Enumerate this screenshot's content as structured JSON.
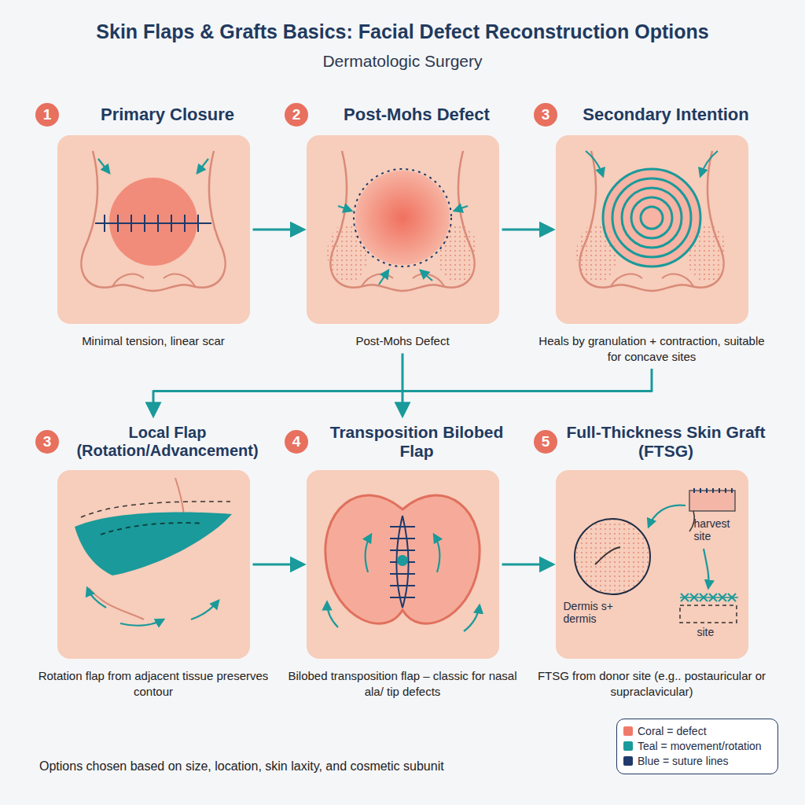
{
  "diagram": {
    "title": "Skin Flaps & Grafts Basics: Facial Defect Reconstruction Options",
    "caption": "Options chosen based on size, location, skin laxity, and cosmetic subunit",
    "nodes": [
      {
        "text": [
          "1",
          "Primary Closure",
          "Minimal tension, linear scar"
        ]
      },
      {
        "text": [
          "2",
          "Post-Mohs Defect",
          "Post-Mohs Defect"
        ]
      },
      {
        "text": [
          "3",
          "Secondary Intention",
          "Heals by granulation + contraction, suitable for concave sites"
        ]
      },
      {
        "text": [
          "3",
          "Local Flap (Rotation/Advancement)",
          "Rotation flap from adjacent tissue preserves contour"
        ]
      },
      {
        "text": [
          "4",
          "Transposition Bilobed Flap",
          "Bilobed transposition flap – classic for nasal ala/ tip defects"
        ]
      },
      {
        "text": [
          "5",
          "Full-Thickness Skin Graft (FTSG)",
          "FTSG from donor site (e.g.. postauricular or supraclavicular)"
        ]
      }
    ],
    "edges": [
      {
        "from": 0,
        "to": 1,
        "arrow": "to"
      },
      {
        "from": 1,
        "to": 2,
        "arrow": "to"
      },
      {
        "from": 2,
        "to": 3,
        "arrow": "to"
      },
      {
        "from": 1,
        "to": 4,
        "arrow": "to"
      },
      {
        "from": 3,
        "to": 4,
        "arrow": "to"
      },
      {
        "from": 4,
        "to": 5,
        "arrow": "to"
      }
    ],
    "labels": [
      "Dermatologic Surgery",
      "harvest site",
      "Dermis s+ dermis",
      "site"
    ],
    "legend": [
      {
        "text": "Coral = defect",
        "color": "#f07a6a"
      },
      {
        "text": "Teal = movement/rotation",
        "color": "#1a9a9a"
      },
      {
        "text": "Blue = suture lines",
        "color": "#1f3a6b"
      }
    ]
  }
}
